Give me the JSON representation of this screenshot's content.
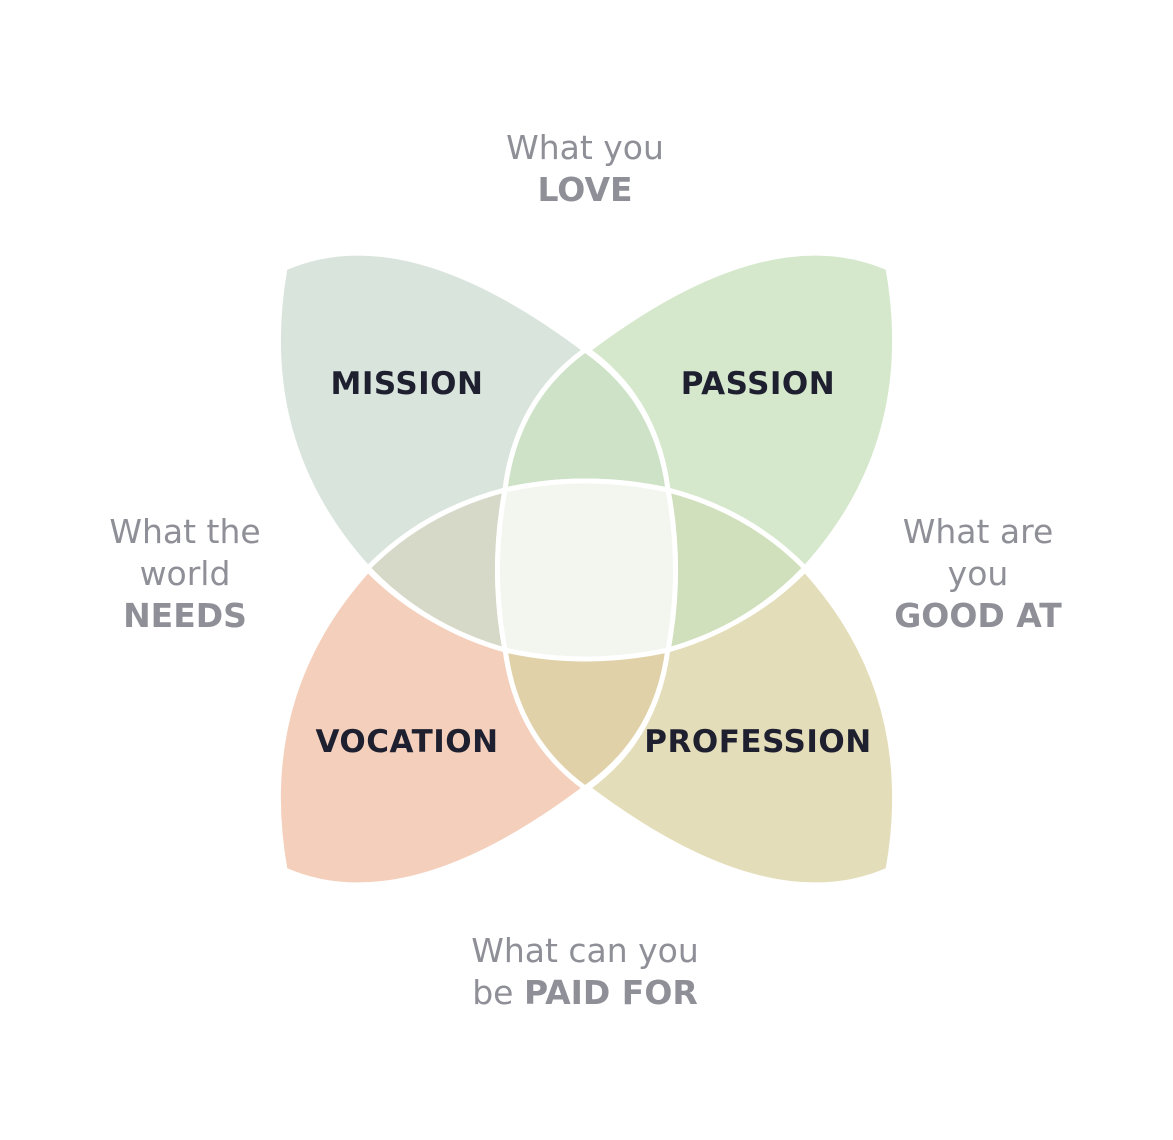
{
  "circles": {
    "love": {
      "line1": "What you",
      "bold": "LOVE"
    },
    "needs": {
      "line1": "What the",
      "line2": "world",
      "bold": "NEEDS"
    },
    "good_at": {
      "line1": "What are",
      "line2": "you",
      "bold": "GOOD AT"
    },
    "paid_for": {
      "line1": "What can you",
      "prefix": "be",
      "bold": "PAID FOR"
    }
  },
  "regions": {
    "mission": "MISSION",
    "passion": "PASSION",
    "vocation": "VOCATION",
    "profession": "PROFESSION"
  },
  "colors": {
    "mission": "#d9e4dc",
    "passion": "#d5e8cc",
    "vocation": "#f4d0bc",
    "profession": "#e4ddb9",
    "lens_top": "#cde2c6",
    "lens_left": "#d6d8c8",
    "lens_right": "#d1e0bc",
    "lens_bottom": "#e0d1a8",
    "center": "#f2f6ef"
  }
}
